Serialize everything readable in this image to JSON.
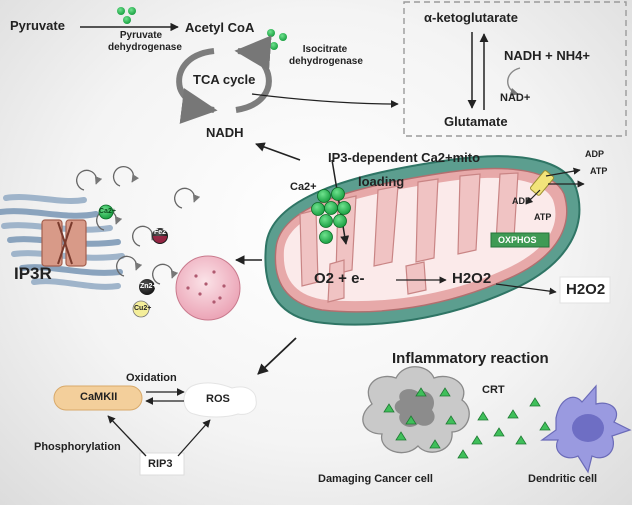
{
  "metabolism": {
    "pyruvate": "Pyruvate",
    "pyruvate_dehydrogenase": "Pyruvate dehydrogenase",
    "acetyl_coa": "Acetyl CoA",
    "isocitrate_dehydrogenase": "Isocitrate dehydrogenase",
    "tca_cycle": "TCA cycle",
    "nadh": "NADH"
  },
  "glutamate_box": {
    "alpha_kg": "α-ketoglutarate",
    "nadh_nh4": "NADH + NH4+",
    "nad": "NAD+",
    "glutamate": "Glutamate"
  },
  "calcium": {
    "ip3_loading": "IP3-dependent Ca2+mito",
    "loading": "loading",
    "ca": "Ca2+",
    "ip3r": "IP3R"
  },
  "ions": {
    "ca": "Ca2+",
    "fe": "Fe2+",
    "zn": "Zn2+",
    "cu": "Cu2+"
  },
  "mitochondrion": {
    "adp_top": "ADP",
    "atp_top": "ATP",
    "adp_inner": "ADP",
    "atp_inner": "ATP",
    "oxphos": "OXPHOS",
    "o2_e": "O2 + e-",
    "h2o2_inner": "H2O2",
    "h2o2_out": "H2O2"
  },
  "ros_cycle": {
    "oxidation": "Oxidation",
    "camkii": "CaMKII",
    "ros": "ROS",
    "phosphorylation": "Phosphorylation",
    "rip3": "RIP3"
  },
  "inflammation": {
    "title": "Inflammatory reaction",
    "crt": "CRT",
    "cancer_cell": "Damaging Cancer cell",
    "dendritic_cell": "Dendritic cell"
  },
  "colors": {
    "calcium_green": "#22b24c",
    "mito_outer": "#3f8f7f",
    "mito_inner": "#e9b0b0",
    "matrix": "#faeaea",
    "camkii_fill": "#f3cf9b",
    "oxphos_fill": "#3f9a54",
    "cancer_cell": "#c8c8c8",
    "dendritic_cell": "#8e8ed2",
    "er_blue": "#9fb4ca",
    "vesicle_pink": "#f2b9c6"
  }
}
